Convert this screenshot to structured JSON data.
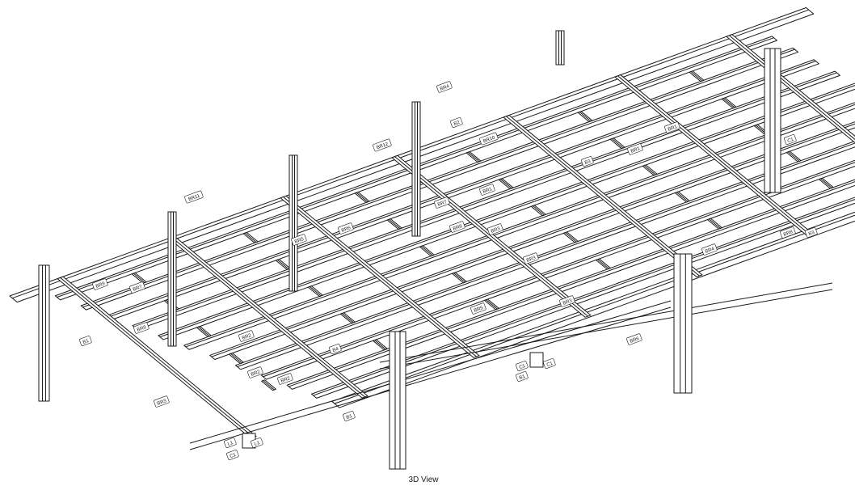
{
  "caption": "3D View",
  "colors": {
    "stroke": "#1a1a1a",
    "background": "#ffffff"
  },
  "tags": [
    "BR4",
    "B2",
    "BR12",
    "BR10",
    "B3",
    "BR1",
    "BR11",
    "BR7",
    "BR1",
    "BR8",
    "BR5",
    "BR3",
    "BR9",
    "BR7",
    "BR6",
    "BR3",
    "BR4",
    "BR2",
    "BR3",
    "BR9",
    "B1",
    "B4",
    "BR5",
    "BR3",
    "BR2",
    "BR2",
    "BR1",
    "BR6",
    "B1",
    "BR8",
    "C1",
    "B3",
    "B1",
    "C1",
    "L1",
    "C1",
    "L1",
    "C1"
  ]
}
